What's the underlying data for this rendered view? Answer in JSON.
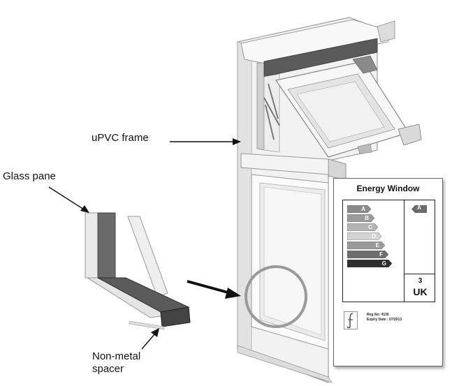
{
  "labels": {
    "frame": "uPVC frame",
    "glass": "Glass pane",
    "spacer_line1": "Non-metal",
    "spacer_line2": "spacer"
  },
  "energy_label": {
    "title": "Energy Window",
    "bands": [
      {
        "letter": "A",
        "color": "#8a8a8a"
      },
      {
        "letter": "B",
        "color": "#9c9c9c"
      },
      {
        "letter": "C",
        "color": "#b4b4b4"
      },
      {
        "letter": "D",
        "color": "#d4d4d4"
      },
      {
        "letter": "E",
        "color": "#9a9a9a"
      },
      {
        "letter": "F",
        "color": "#6e6e6e"
      },
      {
        "letter": "G",
        "color": "#2e2e2e"
      }
    ],
    "rating_letter": "A",
    "rating_number": "3",
    "country": "UK",
    "reg_no": "Reg No: 4130",
    "expiry": "Expiry Date : 07/2013"
  },
  "colors": {
    "frame_face": "#f4f4f4",
    "frame_shadow": "#bdbdbd",
    "glass": "#e9e9e9",
    "spacer_dark": "#6a6a6a",
    "highlight_circle": "#9a9a9a"
  }
}
